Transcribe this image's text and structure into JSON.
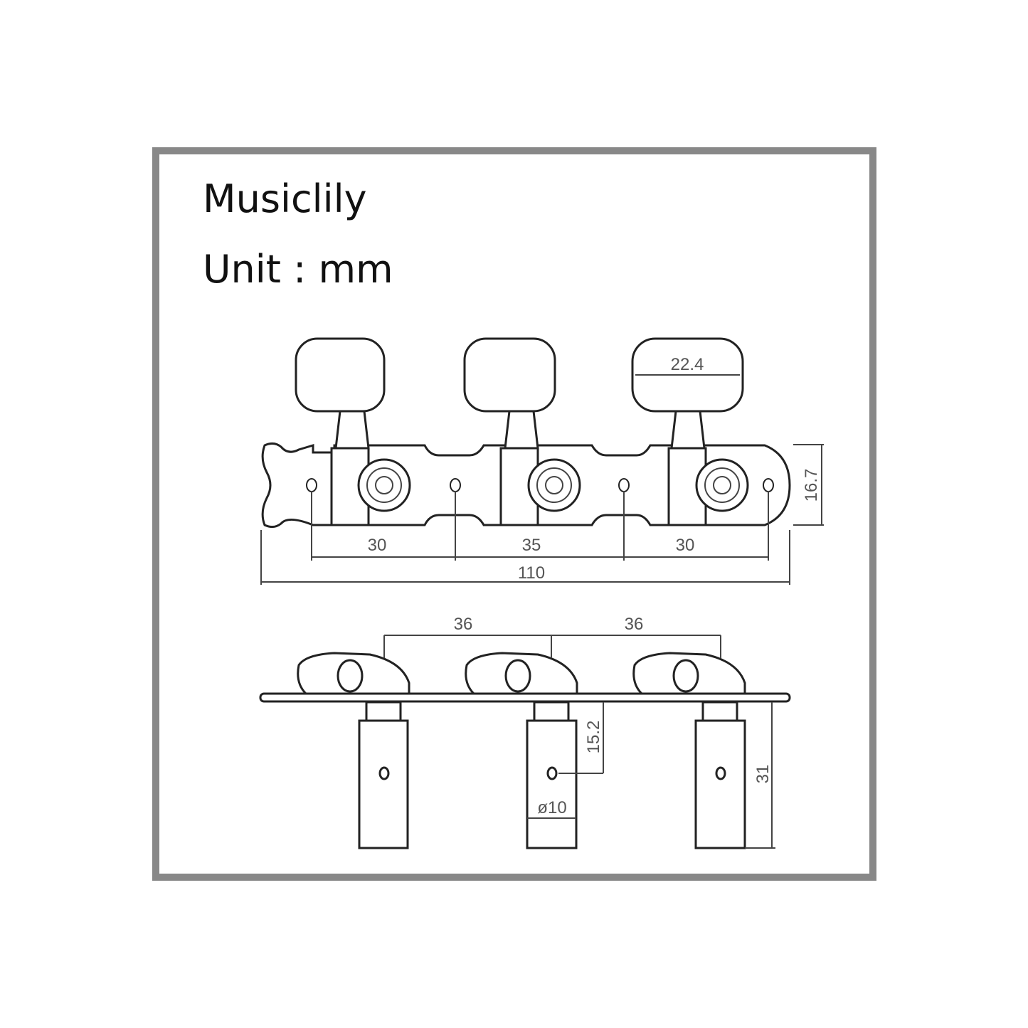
{
  "header": {
    "brand": "Musiclily",
    "unit_label": "Unit : mm"
  },
  "top_view": {
    "knob_width": "22.4",
    "hole_spacing_left": "30",
    "hole_spacing_middle": "35",
    "hole_spacing_right": "30",
    "overall_length": "110",
    "plate_height": "16.7"
  },
  "side_view": {
    "post_spacing_left": "36",
    "post_spacing_right": "36",
    "hole_depth": "15.2",
    "post_diameter": "ø10",
    "post_height": "31"
  },
  "colors": {
    "frame": "#888888",
    "line": "#222222",
    "dimension_text": "#555555"
  }
}
